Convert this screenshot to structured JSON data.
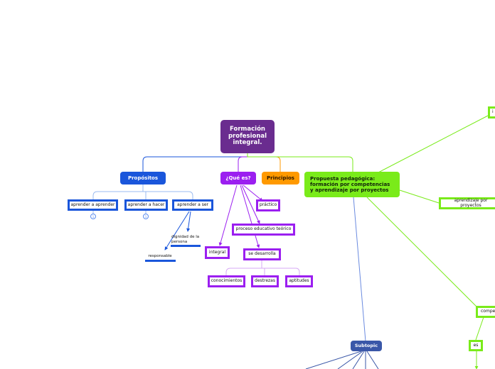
{
  "colors": {
    "root": "#6a2c8f",
    "blue": "#1a56db",
    "blue_line": "#3b6fe0",
    "blue_light": "#9bbbf0",
    "purple": "#9b1ff0",
    "purple_light": "#d7a8f5",
    "orange": "#ff9900",
    "green": "#7aeb1a",
    "subtopic": "#3a57a8",
    "subtopic_line": "#6b8be0"
  },
  "map": {
    "root": "Formación profesional integral.",
    "main_topics": {
      "propositos": "Propósitos",
      "que_es": "¿Qué es?",
      "principios": "Principios",
      "propuesta": "Propuesta pedagógica: formación por competencias y aprendizaje por proyectos"
    },
    "propositos": {
      "aprender_aprender": "aprender a aprender",
      "aprender_hacer": "aprender a hacer",
      "aprender_ser": "aprender a ser",
      "badge_1": "1",
      "badge_2": "1",
      "dignidad": "dignidad de la persona",
      "responsable": "responsable"
    },
    "que_es": {
      "practico": "práctico",
      "proceso": "proceso educativo teórico",
      "integral": "integral",
      "se_desarrolla": "se desarrolla",
      "conocimientos": "conocimientos",
      "destrezas": "destrezas",
      "aptitudes": "aptitudes"
    },
    "propuesta": {
      "aprendizaje": "aprendizaje por proyectos",
      "top_right": "i",
      "compet": "compet",
      "es": "es",
      "subtopic": "Subtopic"
    }
  }
}
